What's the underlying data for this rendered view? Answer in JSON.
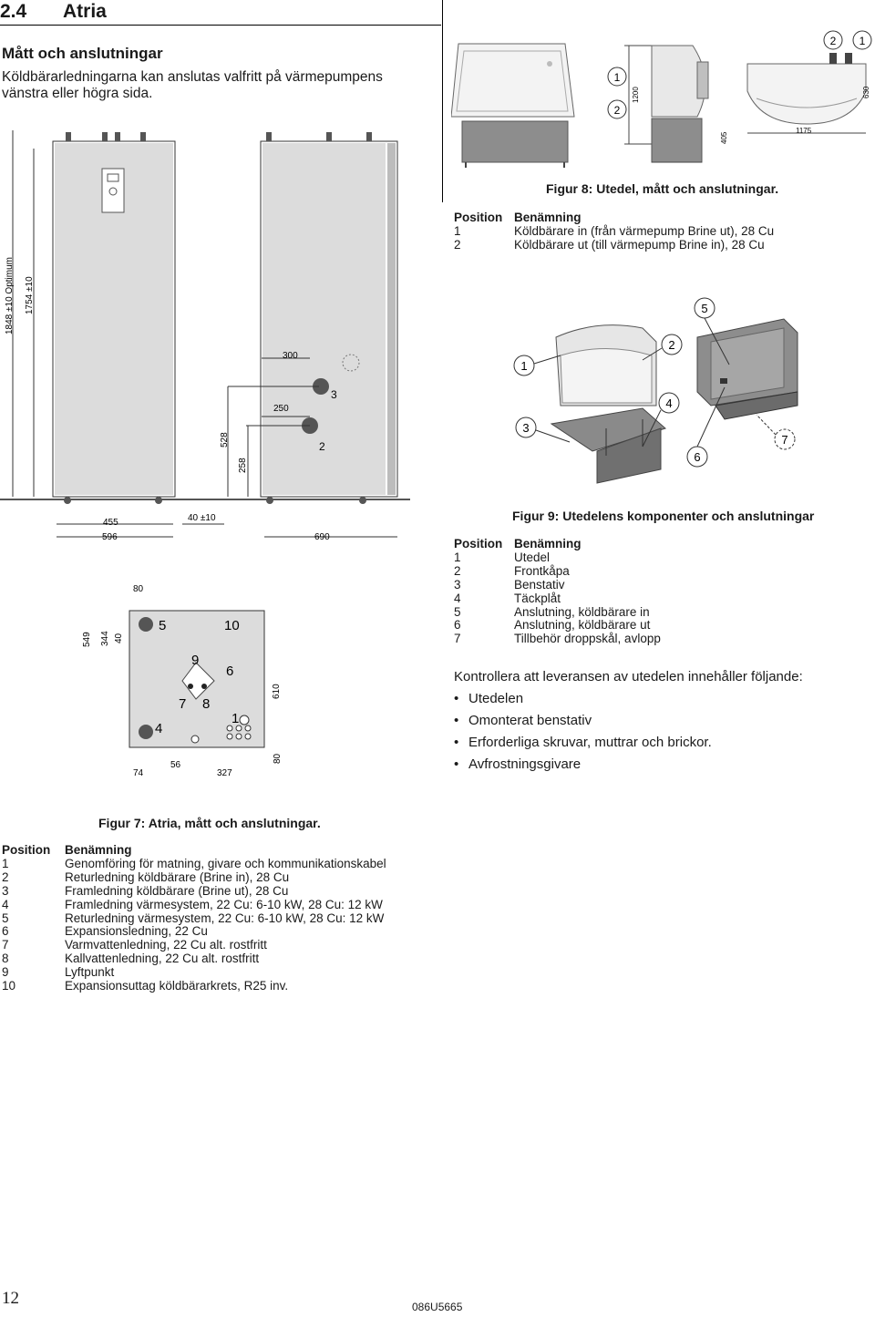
{
  "header": {
    "section_number": "2.4",
    "section_title": "Atria"
  },
  "intro": {
    "subheading": "Mått och anslutningar",
    "text": "Köldbärarledningarna kan anslutas valfritt på värmepumpens vänstra eller högra sida."
  },
  "figure8": {
    "caption": "Figur 8: Utedel, mått och anslutningar.",
    "callouts": [
      "1",
      "2",
      "2",
      "1"
    ],
    "dims": {
      "height": "1200",
      "depth": "405",
      "width": "1175",
      "height2": "630"
    },
    "table": {
      "col_position": "Position",
      "col_name": "Benämning",
      "rows": [
        {
          "pos": "1",
          "name": "Köldbärare in (från värmepump Brine ut), 28 Cu"
        },
        {
          "pos": "2",
          "name": "Köldbärare ut (till värmepump Brine in), 28 Cu"
        }
      ]
    }
  },
  "figure9": {
    "caption": "Figur 9: Utedelens komponenter och anslutningar",
    "callouts": [
      "1",
      "2",
      "3",
      "4",
      "5",
      "6",
      "7"
    ],
    "table": {
      "col_position": "Position",
      "col_name": "Benämning",
      "rows": [
        {
          "pos": "1",
          "name": "Utedel"
        },
        {
          "pos": "2",
          "name": "Frontkåpa"
        },
        {
          "pos": "3",
          "name": "Benstativ"
        },
        {
          "pos": "4",
          "name": "Täckplåt"
        },
        {
          "pos": "5",
          "name": "Anslutning, köldbärare in"
        },
        {
          "pos": "6",
          "name": "Anslutning, köldbärare ut"
        },
        {
          "pos": "7",
          "name": "Tillbehör droppskål, avlopp"
        }
      ]
    }
  },
  "checklist": {
    "intro": "Kontrollera att leveransen av utedelen innehåller följande:",
    "items": [
      "Utedelen",
      "Omonterat benstativ",
      "Erforderliga skruvar, muttrar och brickor.",
      "Avfrostningsgivare"
    ]
  },
  "figure7": {
    "caption": "Figur 7: Atria, mått och anslutningar.",
    "dims": {
      "total_height": "1848 ±10 Optimum",
      "height": "1754 ±10",
      "d300": "300",
      "d250": "250",
      "d528": "528",
      "d258": "258",
      "d455": "455",
      "d596": "596",
      "d40_10": "40 ±10",
      "d690": "690",
      "d80": "80",
      "d549": "549",
      "d344": "344",
      "d40": "40",
      "d610": "610",
      "d74": "74",
      "d56": "56",
      "d327": "327",
      "d80b": "80"
    },
    "labels": {
      "l1": "1",
      "l2": "2",
      "l3": "3",
      "l4": "4",
      "l5": "5",
      "l6": "6",
      "l7": "7",
      "l8": "8",
      "l9": "9",
      "l10": "10"
    },
    "table": {
      "col_position": "Position",
      "col_name": "Benämning",
      "rows": [
        {
          "pos": "1",
          "name": "Genomföring för matning, givare och kommunikationskabel"
        },
        {
          "pos": "2",
          "name": "Returledning köldbärare (Brine in), 28 Cu"
        },
        {
          "pos": "3",
          "name": "Framledning köldbärare (Brine ut), 28 Cu"
        },
        {
          "pos": "4",
          "name": "Framledning värmesystem, 22 Cu: 6-10 kW, 28 Cu: 12 kW"
        },
        {
          "pos": "5",
          "name": "Returledning värmesystem, 22 Cu: 6-10 kW, 28 Cu: 12 kW"
        },
        {
          "pos": "6",
          "name": "Expansionsledning, 22 Cu"
        },
        {
          "pos": "7",
          "name": "Varmvattenledning, 22 Cu alt. rostfritt"
        },
        {
          "pos": "8",
          "name": "Kallvattenledning, 22 Cu alt. rostfritt"
        },
        {
          "pos": "9",
          "name": "Lyftpunkt"
        },
        {
          "pos": "10",
          "name": "Expansionsuttag köldbärarkrets, R25 inv."
        }
      ]
    }
  },
  "footer": {
    "page_number": "12",
    "doc_code": "086U5665"
  }
}
